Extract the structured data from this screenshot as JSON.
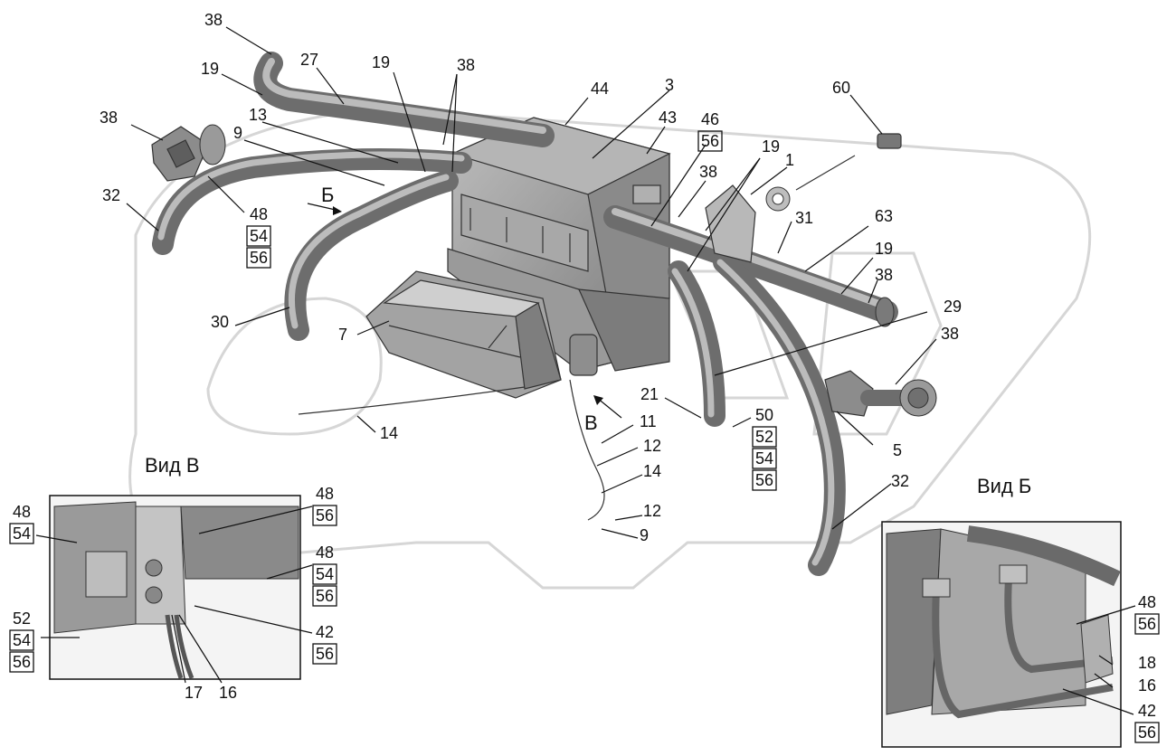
{
  "colors": {
    "background": "#ffffff",
    "part_fill": "#9e9e9e",
    "part_dark": "#6d6d6d",
    "part_light": "#c8c8c8",
    "line": "#111111",
    "watermark": "#d6d6d6"
  },
  "views": {
    "view_v_title": "Вид В",
    "view_b_title": "Вид Б"
  },
  "section_markers": {
    "b_marker": "Б",
    "v_marker": "В"
  },
  "callouts": {
    "c38_tl": "38",
    "c19_tl": "19",
    "c27": "27",
    "c19_top": "19",
    "c38_top": "38",
    "c13": "13",
    "c9_tl": "9",
    "c38_left": "38",
    "c32_left": "32",
    "c48_a": "48",
    "c54_a": "54",
    "c56_a": "56",
    "c44": "44",
    "c3": "3",
    "c43": "43",
    "c46": "46",
    "c56_b": "56",
    "c19_mid": "19",
    "c1": "1",
    "c38_mid": "38",
    "c60": "60",
    "c31": "31",
    "c63": "63",
    "c19_r": "19",
    "c38_r": "38",
    "c29": "29",
    "c38_rl": "38",
    "c30": "30",
    "c7": "7",
    "c14_a": "14",
    "c21": "21",
    "c50": "50",
    "c52_a": "52",
    "c54_b": "54",
    "c56_c": "56",
    "c11": "11",
    "c12_a": "12",
    "c14_b": "14",
    "c12_b": "12",
    "c9_b": "9",
    "c5": "5",
    "c32_r": "32",
    "v_48_l": "48",
    "v_54_l": "54",
    "v_48_r": "48",
    "v_56_r": "56",
    "v_48_r2": "48",
    "v_54_r2": "54",
    "v_56_r2": "56",
    "v_52": "52",
    "v_54_b": "54",
    "v_56_b": "56",
    "v_42": "42",
    "v_56_42": "56",
    "v_17": "17",
    "v_16": "16",
    "b_48": "48",
    "b_56": "56",
    "b_18": "18",
    "b_16": "16",
    "b_42": "42",
    "b_56_42": "56"
  }
}
